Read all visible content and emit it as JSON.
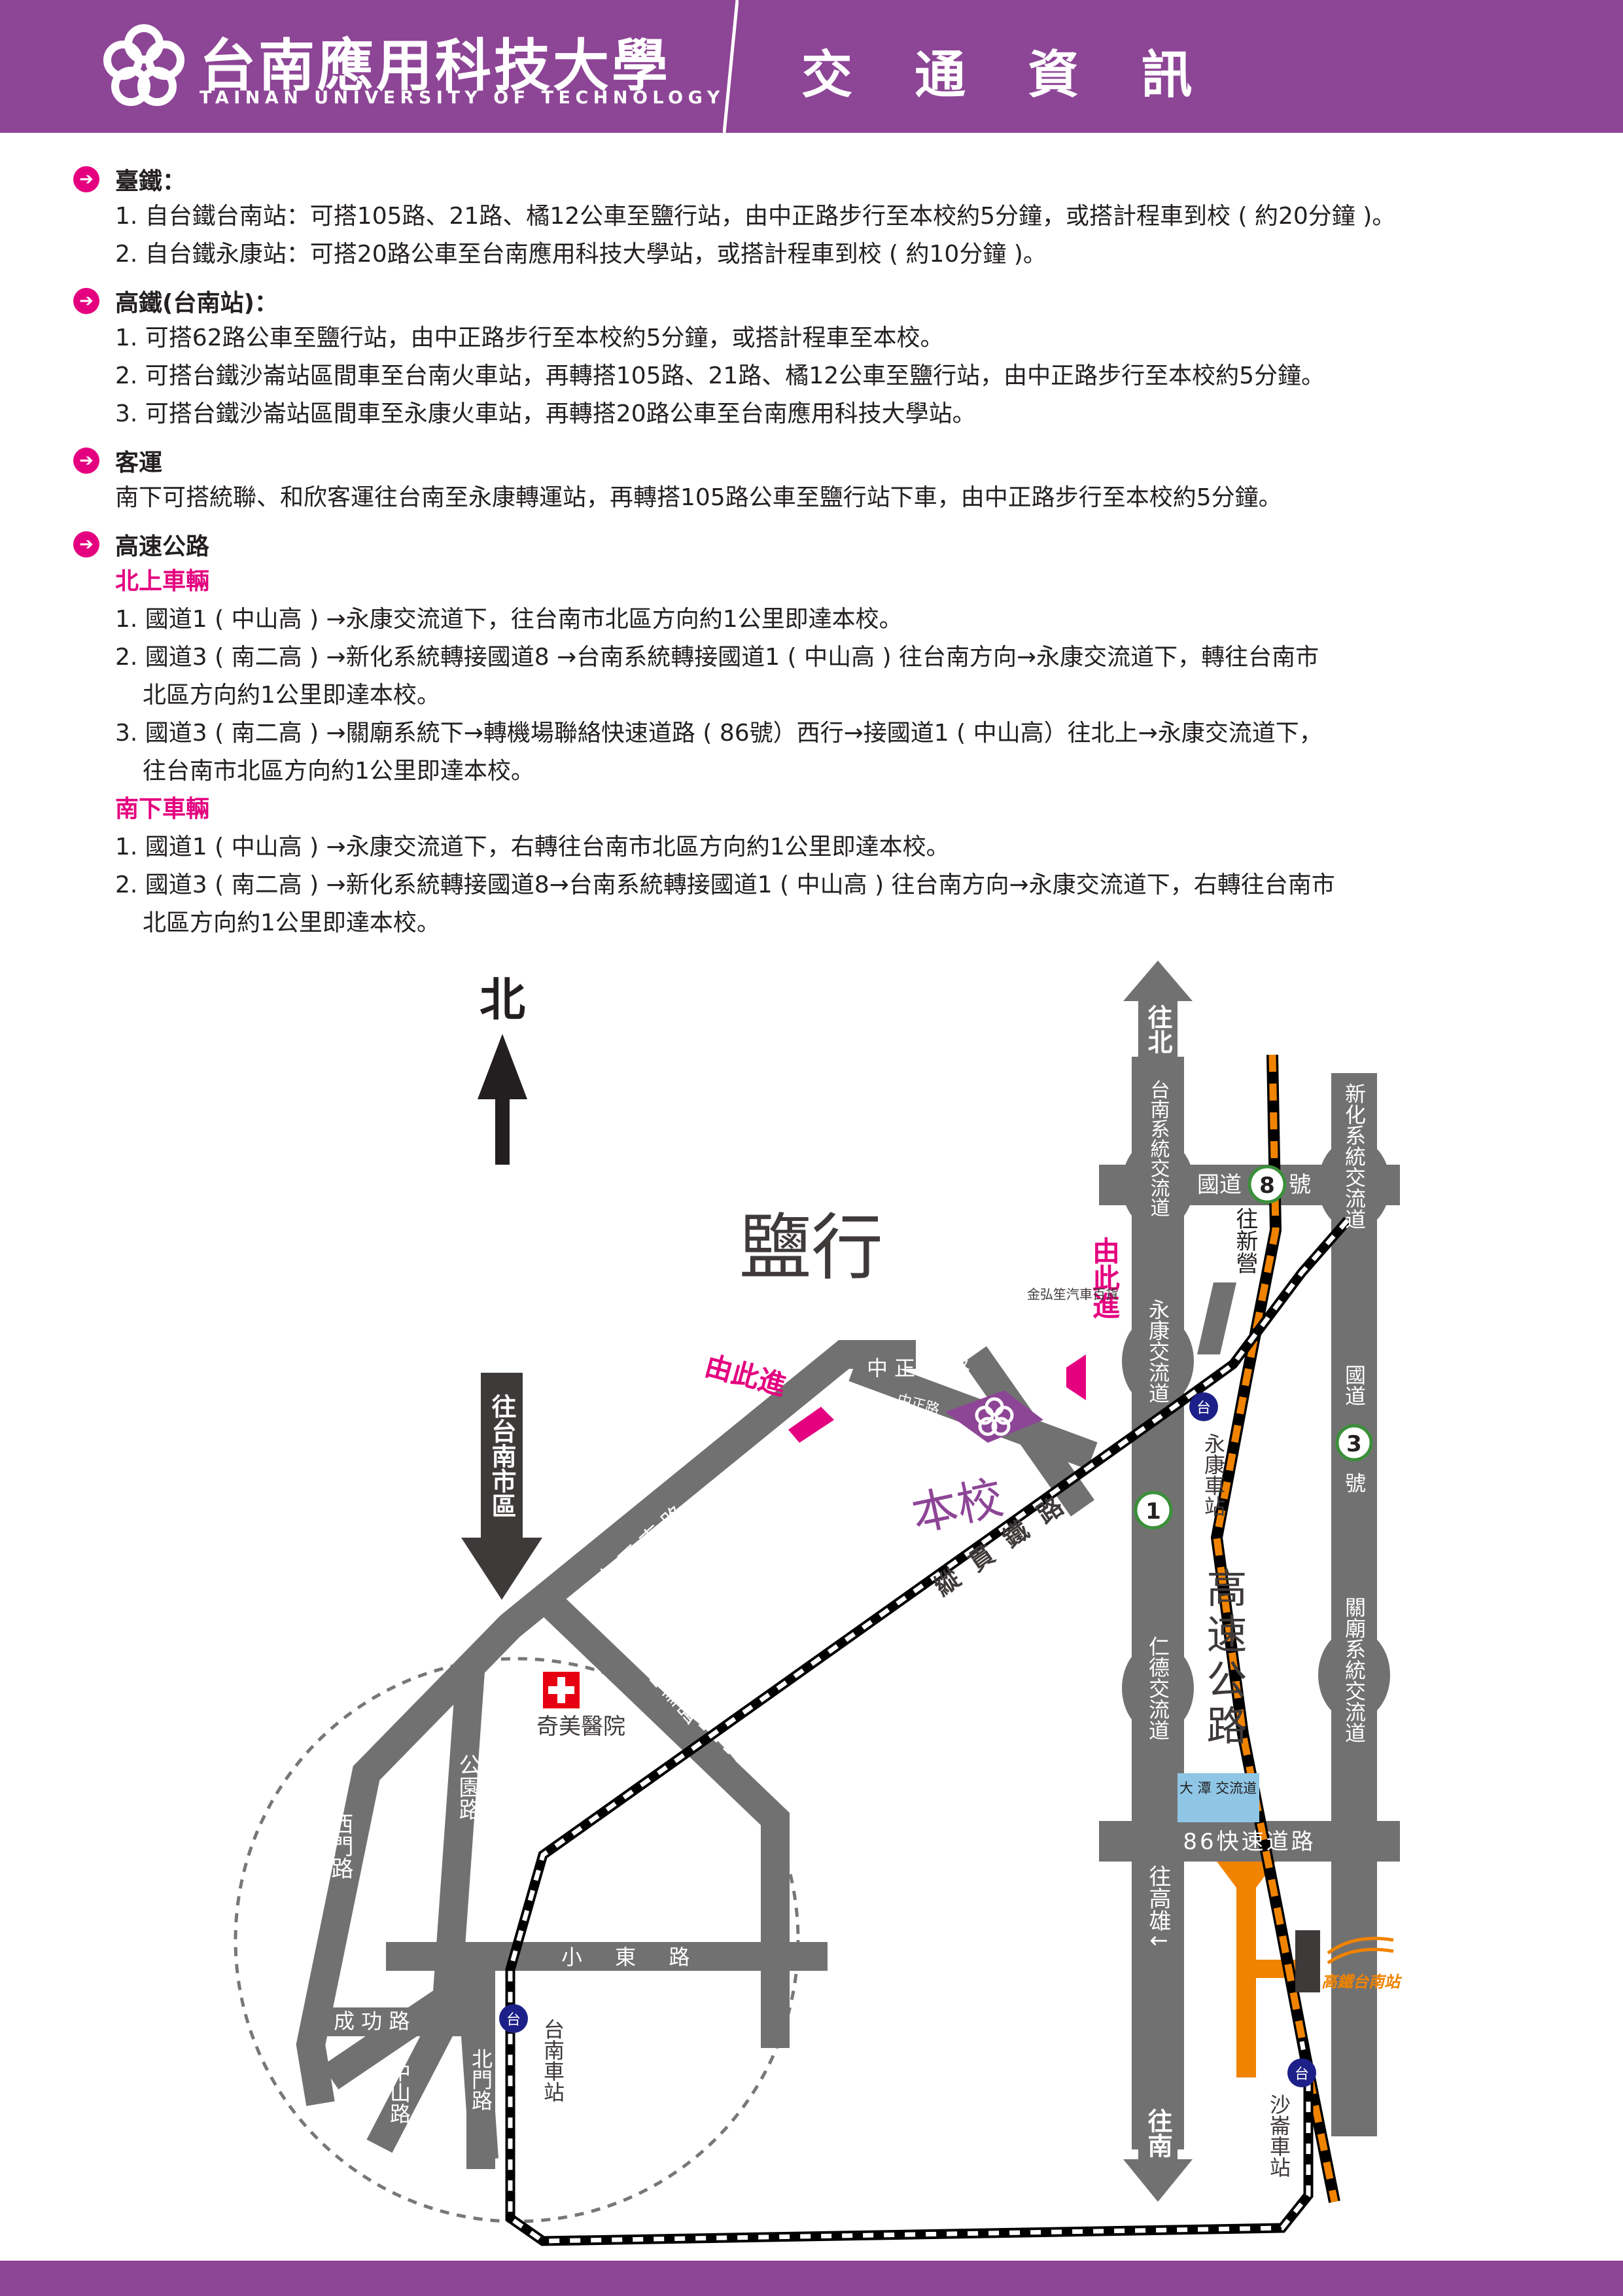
{
  "header": {
    "school_name_zh": "台南應用科技大學",
    "school_name_en": "TAINAN UNIVERSITY OF TECHNOLOGY",
    "title": "交 通 資 訊",
    "color": "#8d4596"
  },
  "sections": {
    "rail": {
      "title": "臺鐵：",
      "lines": [
        "1. 自台鐵台南站：可搭105路、21路、橘12公車至鹽行站，由中正路步行至本校約5分鐘，或搭計程車到校 ( 約20分鐘 )。",
        "2. 自台鐵永康站：可搭20路公車至台南應用科技大學站，或搭計程車到校 ( 約10分鐘 )。"
      ]
    },
    "hsr": {
      "title": "高鐵(台南站)：",
      "lines": [
        "1. 可搭62路公車至鹽行站，由中正路步行至本校約5分鐘，或搭計程車至本校。",
        "2. 可搭台鐵沙崙站區間車至台南火車站，再轉搭105路、21路、橘12公車至鹽行站，由中正路步行至本校約5分鐘。",
        "3. 可搭台鐵沙崙站區間車至永康火車站，再轉搭20路公車至台南應用科技大學站。"
      ]
    },
    "bus": {
      "title": "客運",
      "lines": [
        "南下可搭統聯、和欣客運往台南至永康轉運站，再轉搭105路公車至鹽行站下車，由中正路步行至本校約5分鐘。"
      ]
    },
    "highway": {
      "title": "高速公路",
      "north_title": "北上車輛",
      "north_lines": [
        "1. 國道1 ( 中山高 ) →永康交流道下，往台南市北區方向約1公里即達本校。",
        "2. 國道3 ( 南二高 ) →新化系統轉接國道8 →台南系統轉接國道1 ( 中山高 ) 往台南方向→永康交流道下，轉往台南市",
        "北區方向約1公里即達本校。",
        "3. 國道3 ( 南二高 ) →關廟系統下→轉機場聯絡快速道路 ( 86號）西行→接國道1 ( 中山高）往北上→永康交流道下，",
        "往台南市北區方向約1公里即達本校。"
      ],
      "south_title": "南下車輛",
      "south_lines": [
        "1. 國道1 ( 中山高 ) →永康交流道下，右轉往台南市北區方向約1公里即達本校。",
        "2. 國道3 ( 南二高 ) →新化系統轉接國道8→台南系統轉接國道1 ( 中山高 ) 往台南方向→永康交流道下，右轉往台南市",
        "北區方向約1公里即達本校。"
      ]
    }
  },
  "map": {
    "north": "北",
    "district": "鹽行",
    "campus": "本校",
    "to_tainan": "往台南市區",
    "to_north": "往北",
    "to_south": "往南",
    "to_kaohsiung": "往高雄↓",
    "to_xinying": "往新營",
    "enter_here": "由此進",
    "tainan_jct": "台南系統交流道",
    "yongkang_ic": "永康交流道",
    "rende_ic": "仁德交流道",
    "xinhua_jct": "新化系統交流道",
    "guanmiao_jct": "關廟系統交流道",
    "dawan_ic": "大 潭 交流道",
    "highway": "高速公路",
    "nat8_a": "國道",
    "nat8_num": "8",
    "nat8_b": "號",
    "nat3_a": "國道",
    "nat3_num": "3",
    "nat3_b": "號",
    "nat1_num": "1",
    "expressway86": "86快速道路",
    "rail_line": "縱貫鐵路",
    "yongkang_station": "永康車站",
    "tainan_station": "台南車站",
    "shalun_station": "沙崙車站",
    "hsr_station": "高鐵台南站",
    "hospital": "奇美醫院",
    "zhongzheng_s": "中正南路",
    "zhongzheng_s_lower": "中 正 南 路",
    "zhonghua": "中華路",
    "gongyuan": "公園路",
    "ximen": "西門路",
    "xiaodong": "小 東 路",
    "chenggong": "成 功 路",
    "zhongshan": "中山路",
    "beimen": "北門路",
    "zhengnan5": "正南五街",
    "zhengnan": "中正路",
    "shop": "金弘笙汽車百貨",
    "station_symbol": "台",
    "road_color": "#727171",
    "hsr_color": "#f08300",
    "accent_color": "#e4007f"
  }
}
